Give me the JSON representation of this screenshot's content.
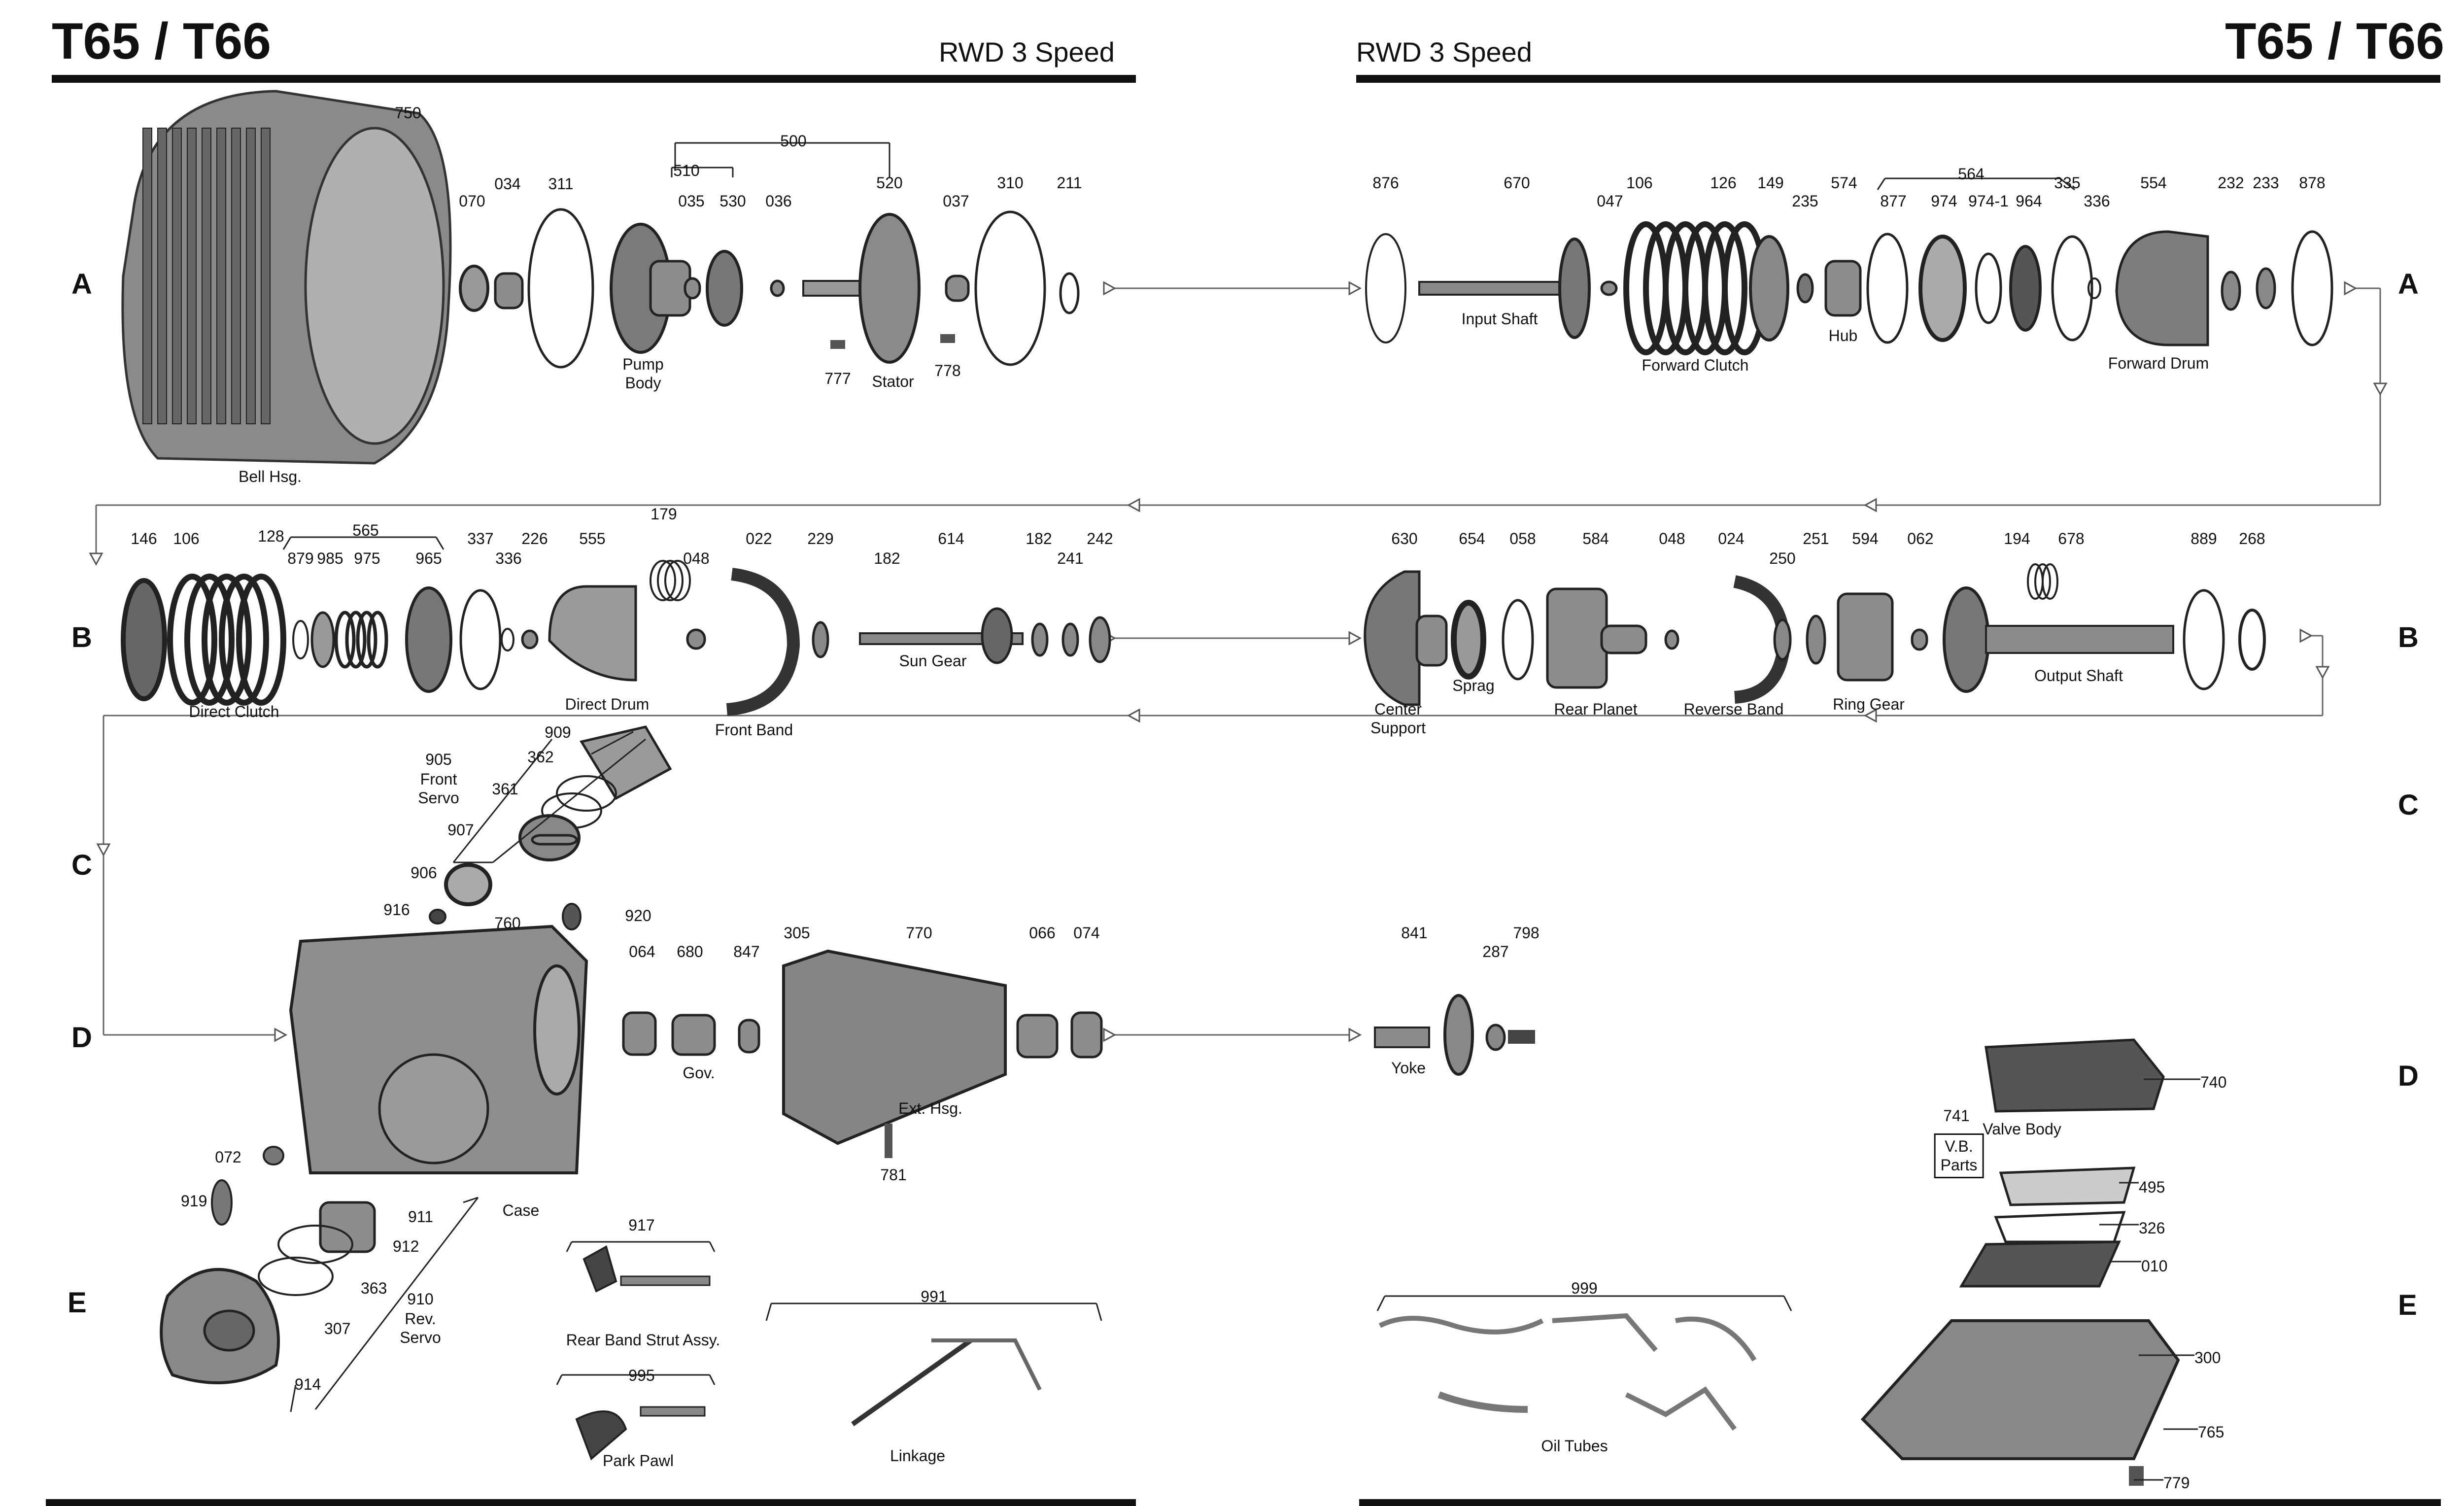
{
  "header": {
    "left_title": "T65 / T66",
    "left_subtitle": "RWD 3 Speed",
    "right_subtitle": "RWD 3 Speed",
    "right_title": "T65 / T66"
  },
  "rows": {
    "left": [
      "A",
      "B",
      "C",
      "D",
      "E"
    ],
    "right": [
      "A",
      "B",
      "C",
      "D",
      "E"
    ]
  },
  "part_numbers": [
    "750",
    "070",
    "034",
    "311",
    "510",
    "500",
    "035",
    "530",
    "036",
    "520",
    "037",
    "310",
    "211",
    "777",
    "778",
    "876",
    "670",
    "047",
    "106",
    "126",
    "149",
    "235",
    "574",
    "564",
    "877",
    "974",
    "974-1",
    "964",
    "335",
    "336",
    "554",
    "232",
    "233",
    "878",
    "146",
    "106",
    "128",
    "565",
    "879",
    "985",
    "975",
    "965",
    "337",
    "336",
    "226",
    "555",
    "179",
    "048",
    "022",
    "229",
    "182",
    "614",
    "182",
    "241",
    "242",
    "630",
    "654",
    "058",
    "584",
    "048",
    "024",
    "250",
    "251",
    "594",
    "062",
    "194",
    "678",
    "889",
    "268",
    "905",
    "909",
    "362",
    "361",
    "907",
    "906",
    "916",
    "920",
    "760",
    "064",
    "680",
    "847",
    "305",
    "770",
    "066",
    "074",
    "781",
    "072",
    "841",
    "287",
    "798",
    "740",
    "741",
    "495",
    "326",
    "010",
    "300",
    "765",
    "779",
    "919",
    "911",
    "912",
    "363",
    "307",
    "914",
    "910",
    "917",
    "995",
    "991",
    "999"
  ],
  "part_labels": {
    "bell_housing": "Bell Hsg.",
    "pump_body": "Pump\nBody",
    "stator": "Stator",
    "input_shaft": "Input Shaft",
    "forward_clutch": "Forward Clutch",
    "hub": "Hub",
    "forward_drum": "Forward Drum",
    "direct_clutch": "Direct Clutch",
    "direct_drum": "Direct Drum",
    "front_band": "Front Band",
    "sun_gear": "Sun Gear",
    "center_support": "Center\nSupport",
    "sprag": "Sprag",
    "rear_planet": "Rear Planet",
    "reverse_band": "Reverse Band",
    "ring_gear": "Ring Gear",
    "output_shaft": "Output Shaft",
    "front_servo": "Front\nServo",
    "case": "Case",
    "gov": "Gov.",
    "ext_hsg": "Ext. Hsg.",
    "yoke": "Yoke",
    "valve_body": "Valve Body",
    "vb_parts": "V.B.\nParts",
    "rev_servo": "Rev.\nServo",
    "rear_band_strut": "Rear Band Strut Assy.",
    "park_pawl": "Park Pawl",
    "linkage": "Linkage",
    "oil_tubes": "Oil Tubes"
  }
}
